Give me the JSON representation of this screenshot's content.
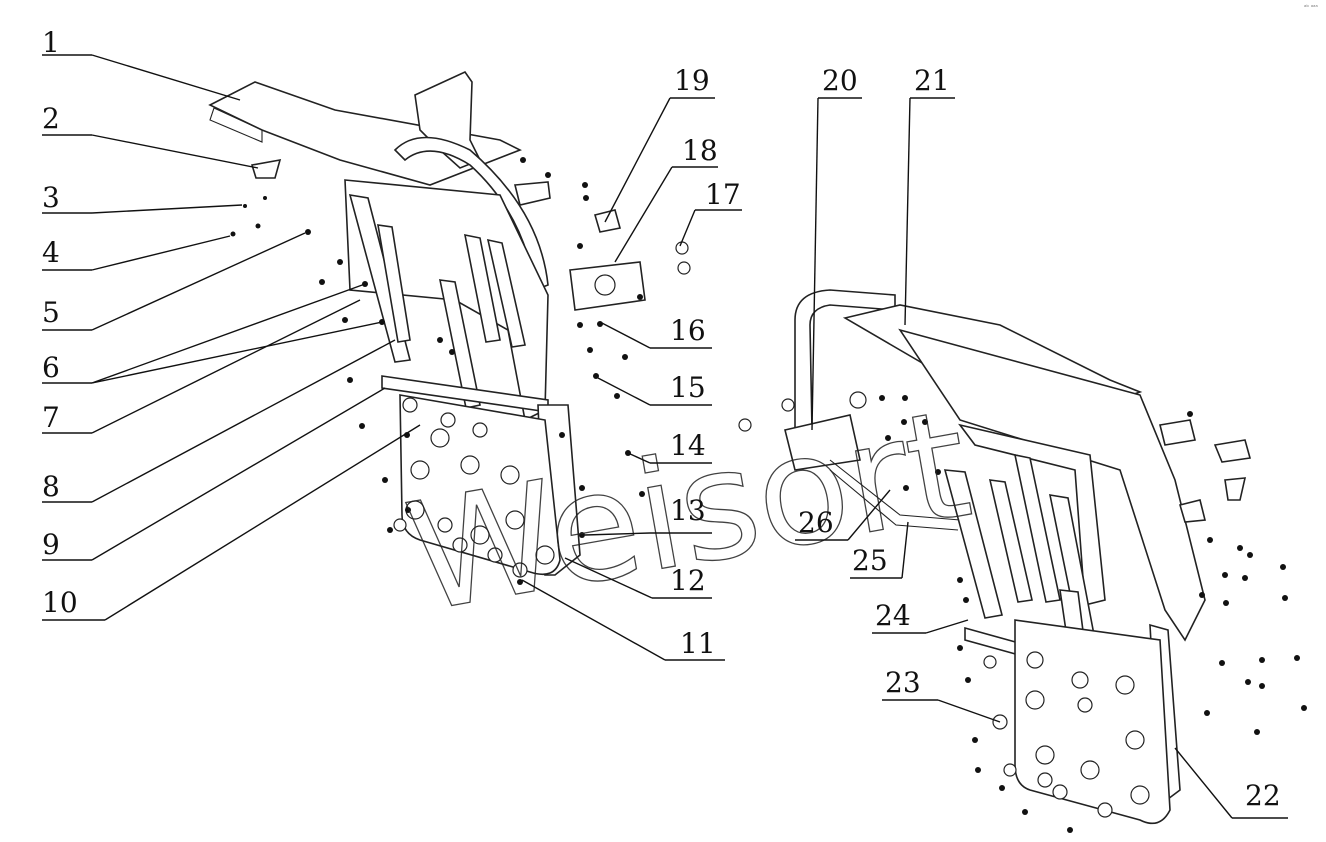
{
  "corner_mark": "ᵃᵇ ᵃᵃᵃ",
  "watermark": "Weisort",
  "callouts": [
    {
      "n": "1"
    },
    {
      "n": "2"
    },
    {
      "n": "3"
    },
    {
      "n": "4"
    },
    {
      "n": "5"
    },
    {
      "n": "6"
    },
    {
      "n": "7"
    },
    {
      "n": "8"
    },
    {
      "n": "9"
    },
    {
      "n": "10"
    },
    {
      "n": "11"
    },
    {
      "n": "12"
    },
    {
      "n": "13"
    },
    {
      "n": "14"
    },
    {
      "n": "15"
    },
    {
      "n": "16"
    },
    {
      "n": "17"
    },
    {
      "n": "18"
    },
    {
      "n": "19"
    },
    {
      "n": "20"
    },
    {
      "n": "21"
    },
    {
      "n": "22"
    },
    {
      "n": "23"
    },
    {
      "n": "24"
    },
    {
      "n": "25"
    },
    {
      "n": "26"
    }
  ]
}
